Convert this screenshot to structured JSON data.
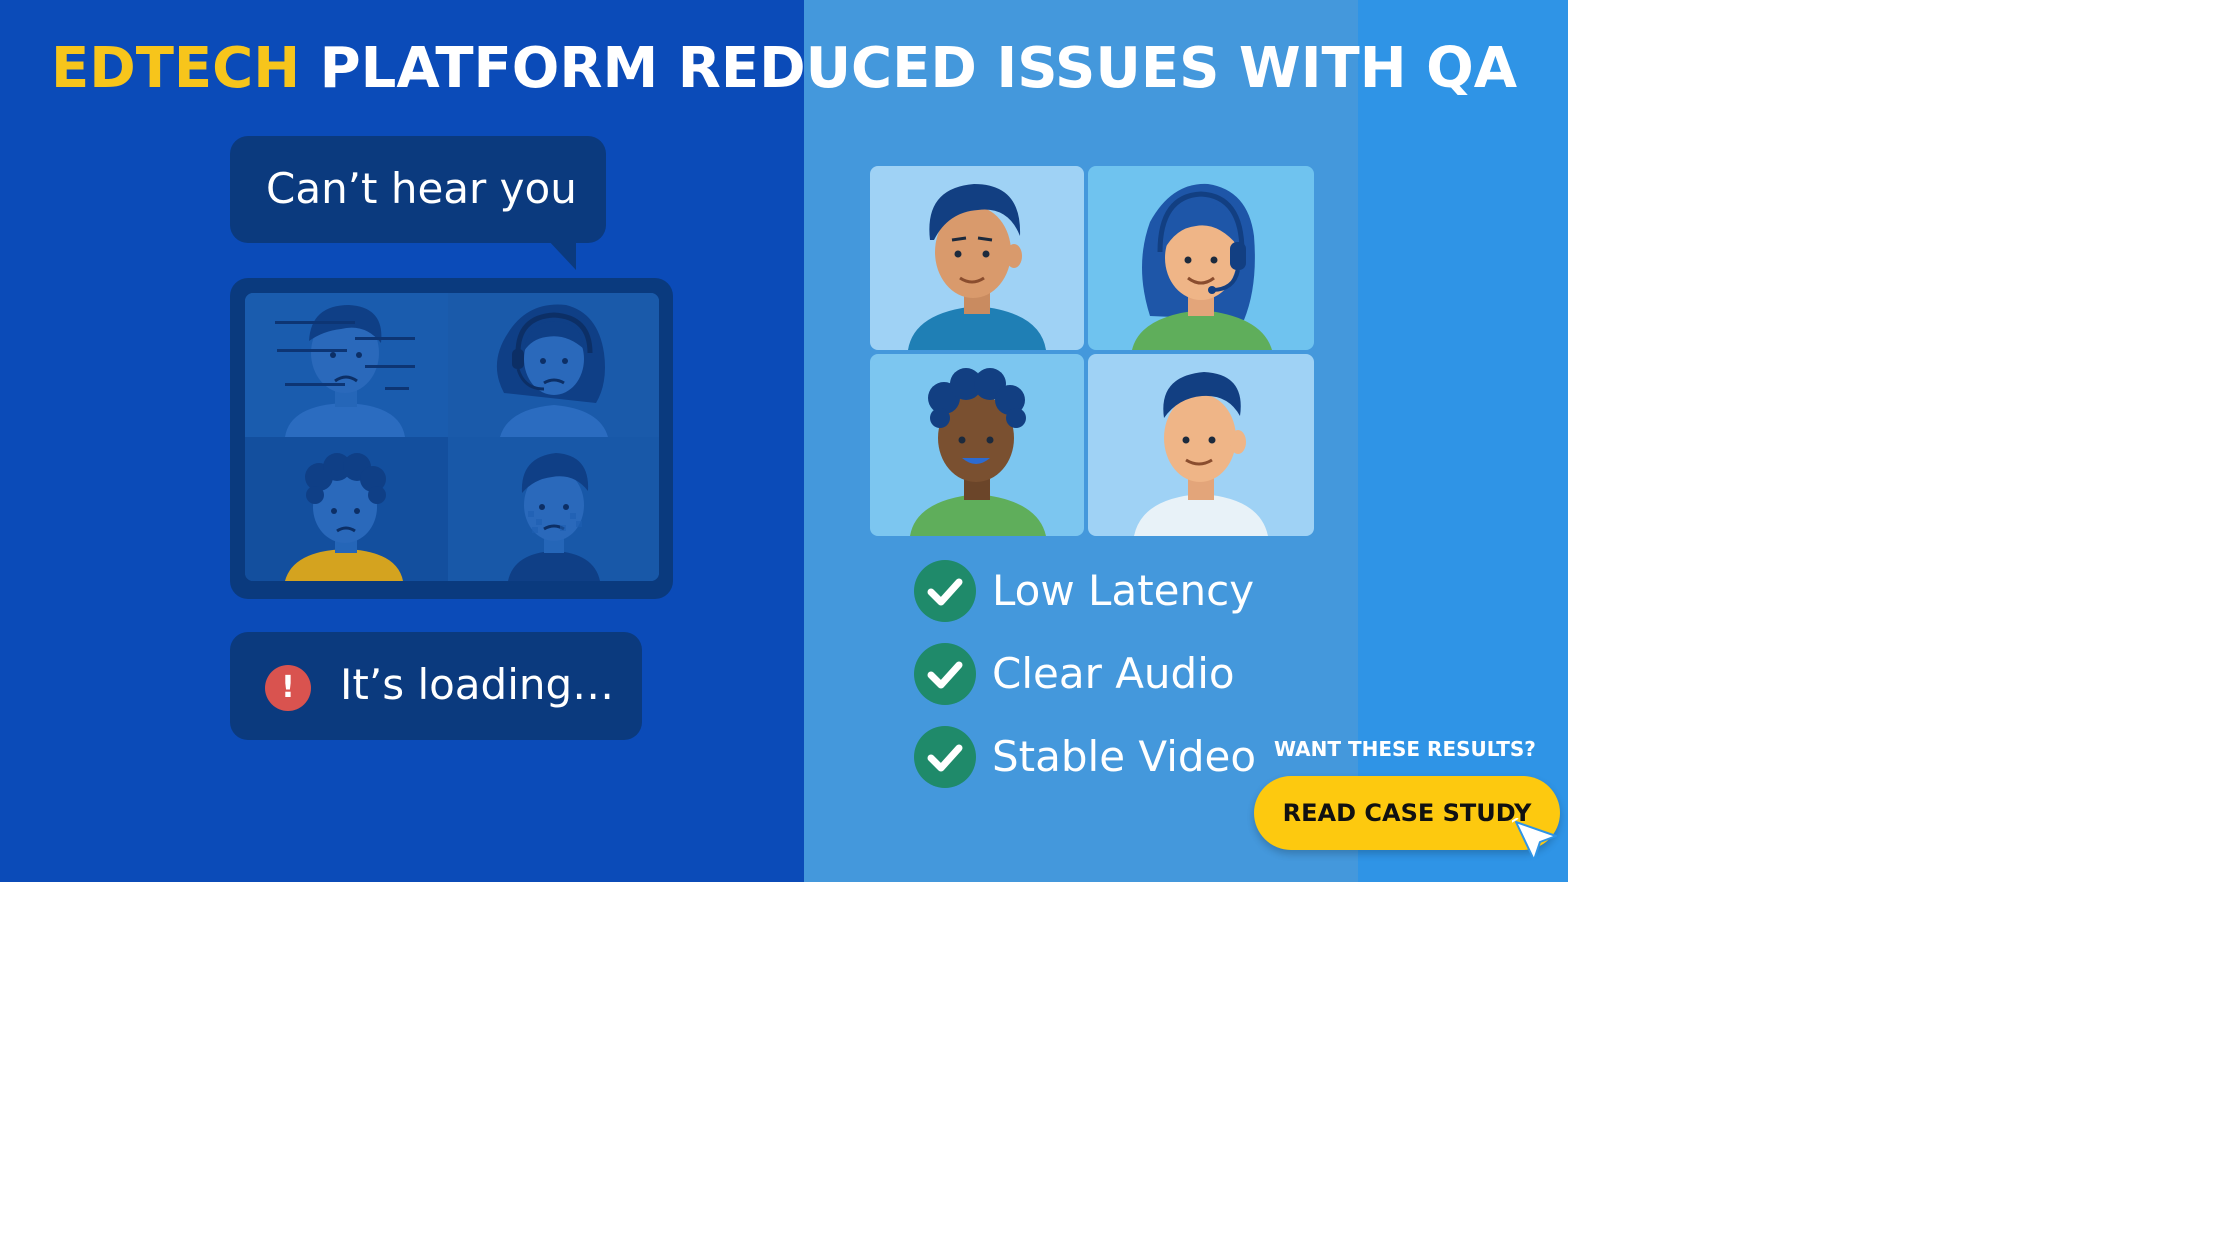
{
  "colors": {
    "left_bg": "#0b4bb8",
    "right_bg": "#4498dc",
    "accent_yellow": "#f7c51b",
    "check_green": "#1f8a6a",
    "alert_red": "#d9534f"
  },
  "headline": {
    "accent": "EDTECH",
    "rest": " PLATFORM REDUCED ISSUES WITH QA"
  },
  "left_panel": {
    "speech_bubble": "Can’t hear you",
    "alert_icon": "exclamation-icon",
    "alert_text": "It’s loading…"
  },
  "right_panel": {
    "benefits": [
      {
        "icon": "check-icon",
        "label": "Low Latency"
      },
      {
        "icon": "check-icon",
        "label": "Clear Audio"
      },
      {
        "icon": "check-icon",
        "label": "Stable Video"
      }
    ]
  },
  "cta": {
    "question": "WANT THESE RESULTS?",
    "button_label": "READ CASE STUDY",
    "cursor_icon": "cursor-arrow-icon"
  }
}
